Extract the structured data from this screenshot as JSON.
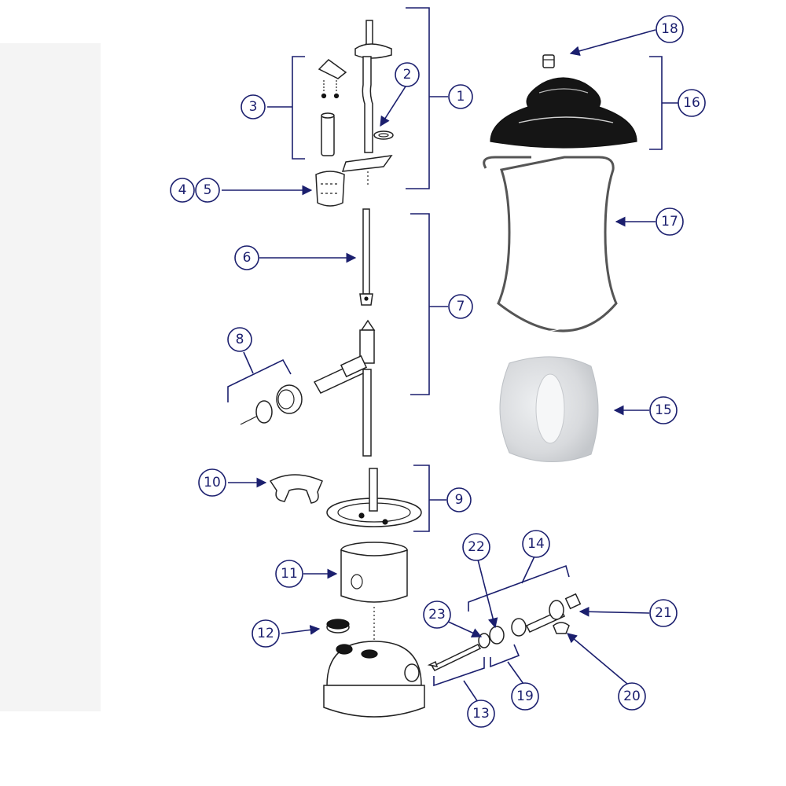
{
  "labels": {
    "l1": "1",
    "l2": "2",
    "l3": "3",
    "l4": "4",
    "l5": "5",
    "l6": "6",
    "l7": "7",
    "l8": "8",
    "l9": "9",
    "l10": "10",
    "l11": "11",
    "l12": "12",
    "l13": "13",
    "l14": "14",
    "l15": "15",
    "l16": "16",
    "l17": "17",
    "l18": "18",
    "l19": "19",
    "l20": "20",
    "l21": "21",
    "l22": "22",
    "l23": "23"
  },
  "colors": {
    "label_ink": "#1b1f6e",
    "part_ink": "#222222",
    "left_panel": "#f4f4f4"
  }
}
